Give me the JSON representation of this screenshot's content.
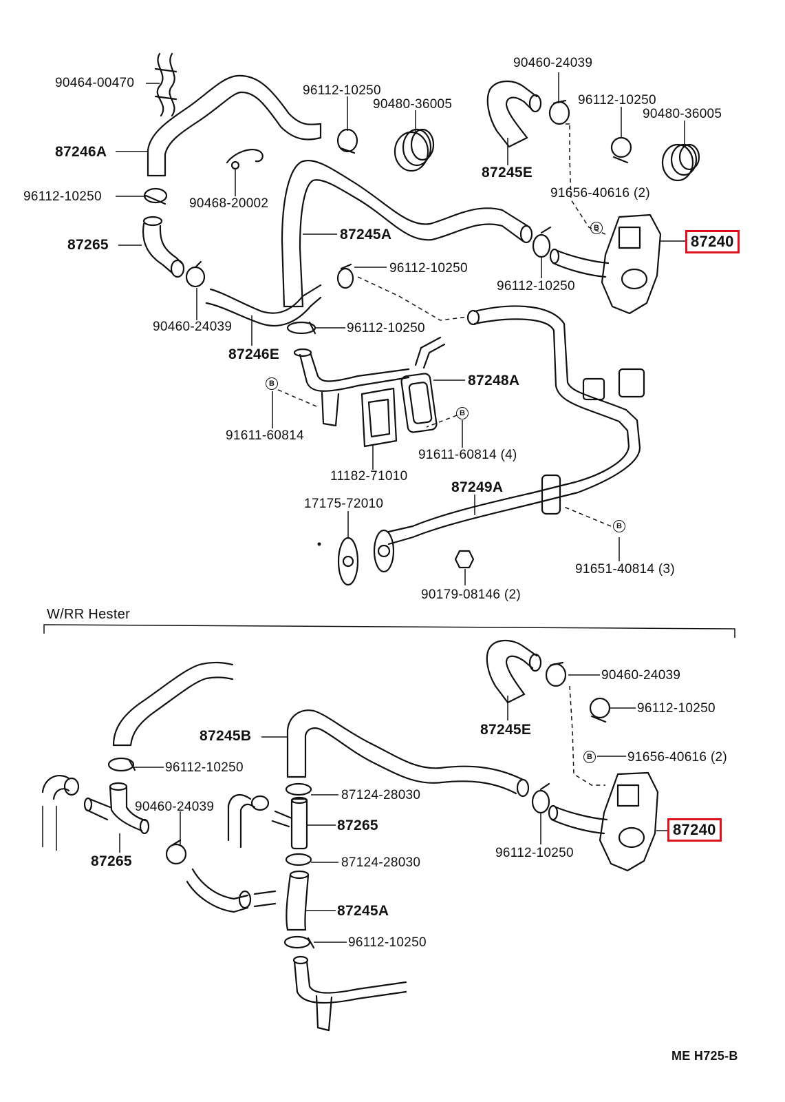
{
  "section_title": "W/RR Hester",
  "diagram_code": "ME H725-B",
  "bolt_marker": "B",
  "highlight_color": "#e0101a",
  "top_labels": [
    {
      "id": "t1",
      "text": "90464-00470"
    },
    {
      "id": "t2",
      "text": "87246A"
    },
    {
      "id": "t3",
      "text": "96112-10250"
    },
    {
      "id": "t4",
      "text": "87265"
    },
    {
      "id": "t5",
      "text": "90460-24039"
    },
    {
      "id": "t6",
      "text": "87246E"
    },
    {
      "id": "t7",
      "text": "90468-20002"
    },
    {
      "id": "t8",
      "text": "96112-10250"
    },
    {
      "id": "t9",
      "text": "90480-36005"
    },
    {
      "id": "t10",
      "text": "87245A"
    },
    {
      "id": "t11",
      "text": "96112-10250"
    },
    {
      "id": "t12",
      "text": "96112-10250"
    },
    {
      "id": "t13",
      "text": "90460-24039"
    },
    {
      "id": "t14",
      "text": "87245E"
    },
    {
      "id": "t15",
      "text": "96112-10250"
    },
    {
      "id": "t16",
      "text": "90480-36005"
    },
    {
      "id": "t17",
      "text": "91656-40616 (2)"
    },
    {
      "id": "t18",
      "text": "87240"
    },
    {
      "id": "t19",
      "text": "96112-10250"
    },
    {
      "id": "t20",
      "text": "87248A"
    },
    {
      "id": "t21",
      "text": "91611-60814"
    },
    {
      "id": "t22",
      "text": "91611-60814 (4)"
    },
    {
      "id": "t23",
      "text": "11182-71010"
    },
    {
      "id": "t24",
      "text": "17175-72010"
    },
    {
      "id": "t25",
      "text": "87249A"
    },
    {
      "id": "t26",
      "text": "91651-40814 (3)"
    },
    {
      "id": "t27",
      "text": "90179-08146 (2)"
    }
  ],
  "bottom_labels": [
    {
      "id": "b1",
      "text": "90460-24039"
    },
    {
      "id": "b2",
      "text": "87245E"
    },
    {
      "id": "b3",
      "text": "96112-10250"
    },
    {
      "id": "b4",
      "text": "91656-40616 (2)"
    },
    {
      "id": "b5",
      "text": "87240"
    },
    {
      "id": "b6",
      "text": "96112-10250"
    },
    {
      "id": "b7",
      "text": "87245B"
    },
    {
      "id": "b8",
      "text": "96112-10250"
    },
    {
      "id": "b9",
      "text": "90460-24039"
    },
    {
      "id": "b10",
      "text": "87265"
    },
    {
      "id": "b11",
      "text": "87124-28030"
    },
    {
      "id": "b12",
      "text": "87265"
    },
    {
      "id": "b13",
      "text": "87124-28030"
    },
    {
      "id": "b14",
      "text": "87245A"
    },
    {
      "id": "b15",
      "text": "96112-10250"
    }
  ]
}
